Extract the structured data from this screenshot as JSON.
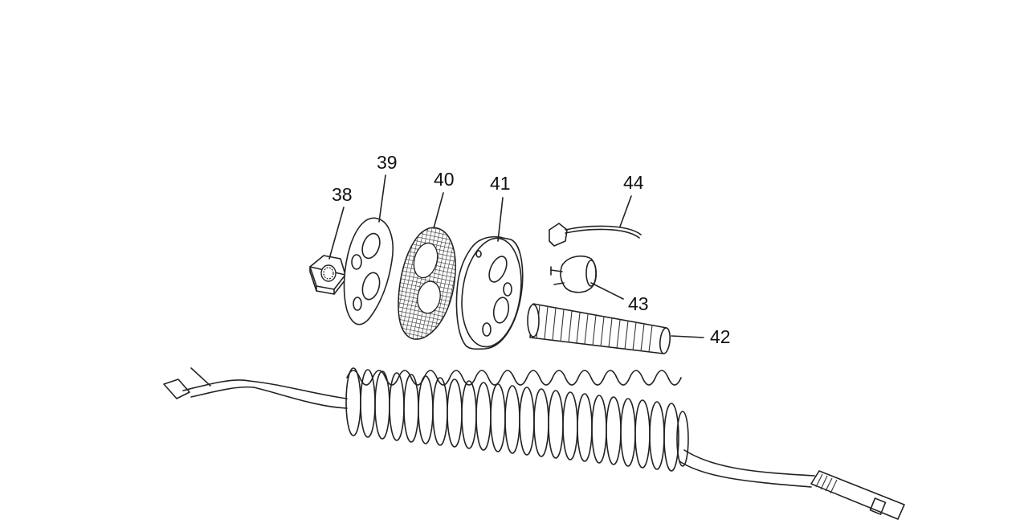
{
  "diagram": {
    "callouts": [
      {
        "id": "p38",
        "label": "38"
      },
      {
        "id": "p39",
        "label": "39"
      },
      {
        "id": "p40",
        "label": "40"
      },
      {
        "id": "p41",
        "label": "41"
      },
      {
        "id": "p42",
        "label": "42"
      },
      {
        "id": "p43",
        "label": "43"
      },
      {
        "id": "p44",
        "label": "44"
      }
    ],
    "colors": {
      "line": "#222222",
      "mesh": "#333333",
      "background": "#ffffff"
    }
  }
}
